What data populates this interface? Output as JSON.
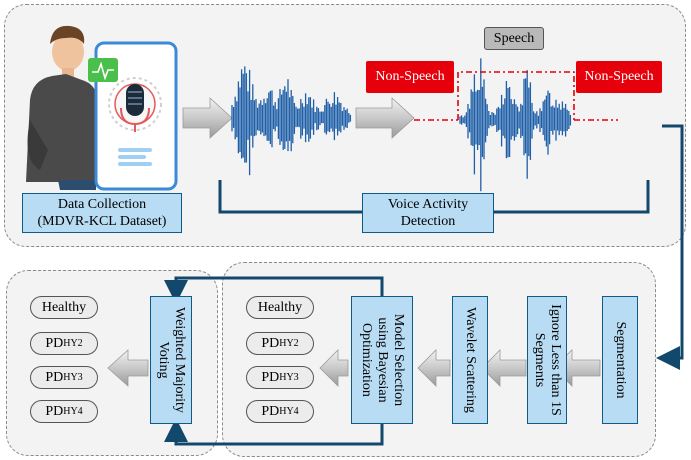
{
  "top": {
    "data_collection": [
      "Data Collection",
      "(MDVR-KCL Dataset)"
    ],
    "vad": [
      "Voice Activity",
      "Detection"
    ],
    "speech": "Speech",
    "non_speech_left": "Non-Speech",
    "non_speech_right": "Non-Speech"
  },
  "bottom": {
    "segmentation": "Segmentation",
    "ignore_segments": [
      "Ignore Less than 1S",
      "Segments"
    ],
    "wavelet": "Wavelet Scattering",
    "model_selection": [
      "Model Selection",
      "using Bayesian",
      "Optimization"
    ],
    "weighted_voting": [
      "Weighted Majority",
      "Voting"
    ]
  },
  "classes": [
    {
      "label": "Healthy",
      "sub": ""
    },
    {
      "label": "PD",
      "sub": "HY2"
    },
    {
      "label": "PD",
      "sub": "HY3"
    },
    {
      "label": "PD",
      "sub": "HY4"
    }
  ],
  "colors": {
    "blue_box_fill": "#b8dcf3",
    "blue_box_border": "#0f5b86",
    "flow_arrow": "#12486b",
    "waveform": "#1f5fa8",
    "non_speech": "#e5000b"
  }
}
